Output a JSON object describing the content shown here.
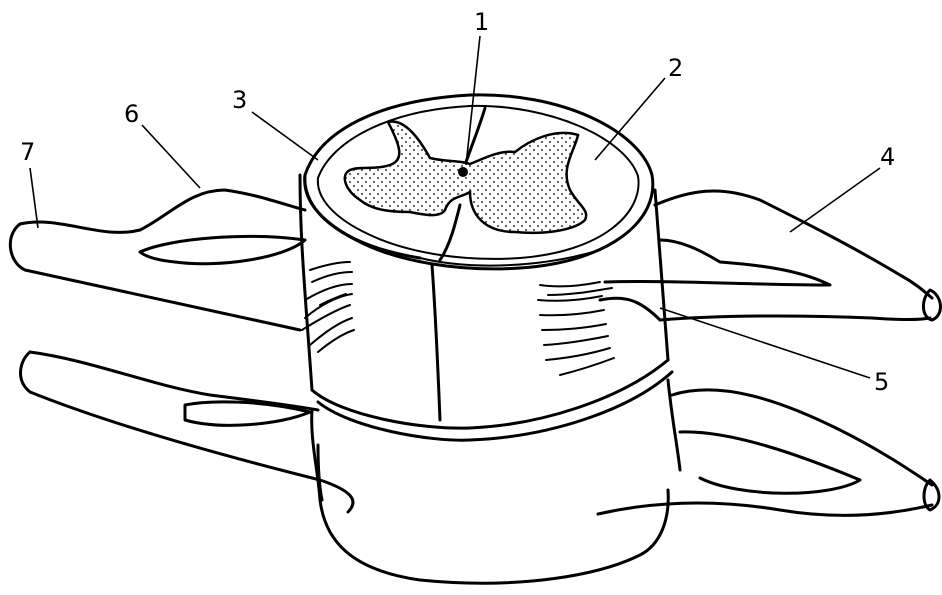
{
  "labels": {
    "l1": "1",
    "l2": "2",
    "l3": "3",
    "l4": "4",
    "l5": "5",
    "l6": "6",
    "l7": "7"
  },
  "colors": {
    "line": "#000000",
    "background": "#ffffff",
    "grey_matter_dots": "#555555"
  }
}
